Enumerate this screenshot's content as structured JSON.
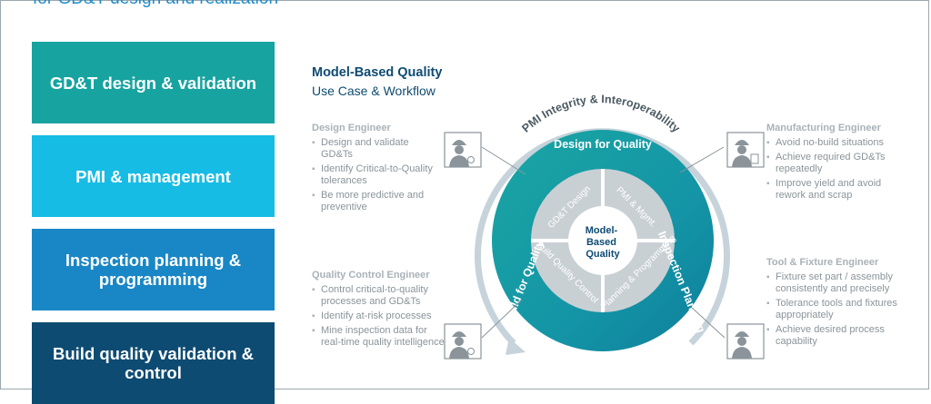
{
  "header": {
    "title": "for GD&T design and realization"
  },
  "blocks": [
    {
      "label": "GD&T design & validation",
      "color": "#17a3a0"
    },
    {
      "label": "PMI & management",
      "color": "#17bce5"
    },
    {
      "label": "Inspection planning & programming",
      "color": "#1987c6"
    },
    {
      "label": "Build quality validation & control",
      "color": "#0e4b72"
    }
  ],
  "diagram": {
    "title": "Model-Based Quality",
    "subtitle": "Use Case & Workflow",
    "outer_arc_label": "PMI Integrity & Interoperability",
    "ring_labels": [
      "Design for Quality",
      "Inspection Planning",
      "Build for Quality"
    ],
    "quadrants": [
      "GD&T Design",
      "PMI & Mgmt.",
      "Planning & Programming",
      "Build Quality Control"
    ],
    "center": [
      "Model-",
      "Based",
      "Quality"
    ],
    "colors": {
      "ring_dark": "#0e7f9c",
      "ring_teal": "#1aa6a3",
      "inner": "#c9d0d4",
      "arc": "#c6d3da"
    }
  },
  "roles": {
    "design_engineer": {
      "title": "Design Engineer",
      "items": [
        "Design and validate GD&Ts",
        "Identify Critical-to-Quality tolerances",
        "Be more predictive and preventive"
      ]
    },
    "manufacturing_engineer": {
      "title": "Manufacturing Engineer",
      "items": [
        "Avoid no-build situations",
        "Achieve required GD&Ts repeatedly",
        "Improve yield and avoid rework and scrap"
      ]
    },
    "quality_control_engineer": {
      "title": "Quality Control Engineer",
      "items": [
        "Control critical-to-quality processes and GD&Ts",
        "Identify at-risk processes",
        "Mine inspection data for real-time quality intelligence"
      ]
    },
    "tool_fixture_engineer": {
      "title": "Tool & Fixture Engineer",
      "items": [
        "Fixture set part / assembly consistently and precisely",
        "Tolerance tools and fixtures appropriately",
        "Achieve desired process capability"
      ]
    }
  },
  "icons": [
    "engineer-lightbulb-icon",
    "engineer-document-icon",
    "engineer-magnifier-icon",
    "engineer-wrench-icon"
  ]
}
